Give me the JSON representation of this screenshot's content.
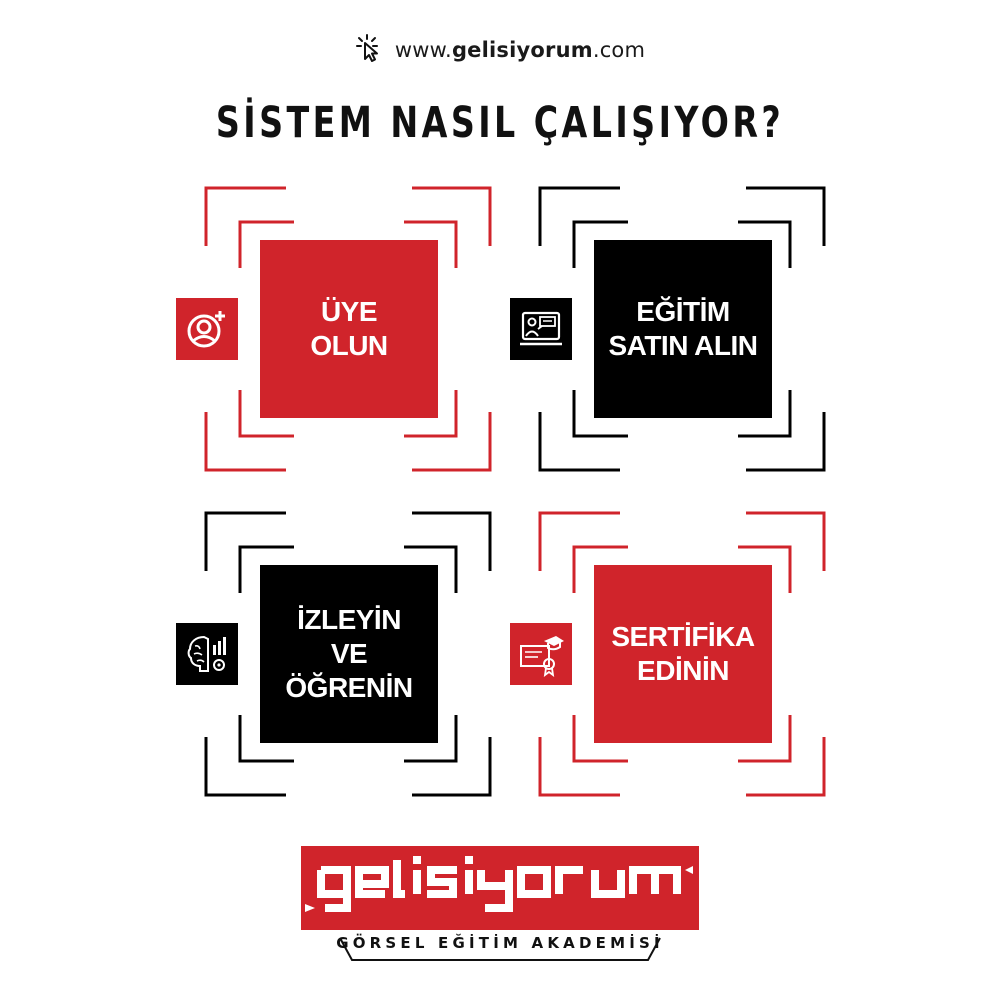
{
  "header": {
    "url_prefix": "www.",
    "url_brand": "gelisiyorum",
    "url_suffix": ".com",
    "cursor_icon": "click-cursor-icon"
  },
  "title": "SİSTEM NASIL ÇALIŞIYOR?",
  "colors": {
    "red": "#d0242b",
    "black": "#000000",
    "text": "#111111"
  },
  "steps": [
    {
      "label": "ÜYE\nOLUN",
      "theme": "red",
      "icon": "user-add-icon"
    },
    {
      "label": "EĞİTİM\nSATIN ALIN",
      "theme": "black",
      "icon": "online-training-icon"
    },
    {
      "label": "İZLEYİN\nVE\nÖĞRENİN",
      "theme": "black",
      "icon": "brain-learning-icon"
    },
    {
      "label": "SERTİFİKA\nEDİNİN",
      "theme": "red",
      "icon": "certificate-graduation-icon"
    }
  ],
  "logo": {
    "wordmark": "gelisiyorum",
    "tagline": "GÖRSEL EĞİTİM AKADEMİSİ"
  }
}
